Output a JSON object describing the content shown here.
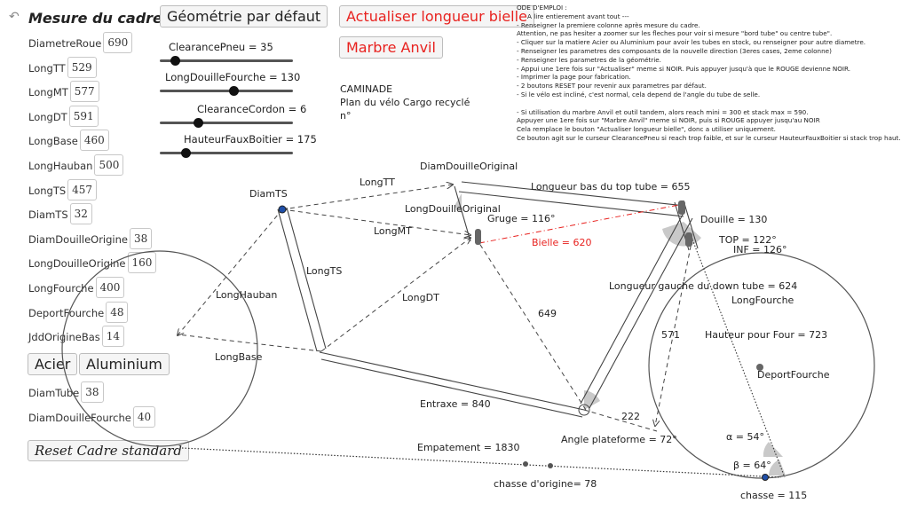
{
  "header": {
    "undo_icon": "undo-arrow-icon",
    "title": "Mesure du cadre"
  },
  "fields": [
    {
      "label": "DiametreRoue",
      "value": "690"
    },
    {
      "label": "LongTT",
      "value": "529"
    },
    {
      "label": "LongMT",
      "value": "577"
    },
    {
      "label": "LongDT",
      "value": "591"
    },
    {
      "label": "LongBase",
      "value": "460"
    },
    {
      "label": "LongHauban",
      "value": "500"
    },
    {
      "label": "LongTS",
      "value": "457"
    },
    {
      "label": "DiamTS",
      "value": "32"
    },
    {
      "label": "DiamDouilleOrigine",
      "value": "38"
    },
    {
      "label": "LongDouilleOrigine",
      "value": "160"
    },
    {
      "label": "LongFourche",
      "value": "400"
    },
    {
      "label": "DeportFourche",
      "value": "48"
    },
    {
      "label": "JddOrigineBas",
      "value": "14"
    }
  ],
  "fields2": [
    {
      "label": "DiamTube",
      "value": "38"
    },
    {
      "label": "DiamDouilleFourche",
      "value": "40"
    }
  ],
  "buttons": {
    "acier": "Acier",
    "aluminium": "Aluminium",
    "reset": "Reset Cadre standard",
    "geometrie": "Géométrie par défaut",
    "actualiser": "Actualiser longueur bielle",
    "marbre": "Marbre Anvil"
  },
  "sliders": [
    {
      "label": "ClearancePneu = 35",
      "fraction": 0.0
    },
    {
      "label": "LongDouilleFourche = 130",
      "fraction": 0.55
    },
    {
      "label": "ClearanceCordon = 6",
      "fraction": 0.22
    },
    {
      "label": "HauteurFauxBoitier = 175",
      "fraction": 0.1
    }
  ],
  "info": {
    "line1": "CAMINADE",
    "line2": "Plan du vélo Cargo recyclé",
    "line3": "n°"
  },
  "instructions": [
    "ODE D'EMPLOI :",
    "A lire entierement avant tout ---",
    "- Renseigner la premiere colonne après mesure du cadre.",
    "Attention, ne pas hesiter a zoomer sur les fleches pour voir si mesure \"bord tube\" ou centre tube\".",
    "- Cliquer sur la matiere Acier ou Aluminium pour avoir les tubes en stock, ou renseigner pour autre diametre.",
    "- Renseigner les parametres des composants de la nouvelle direction (3eres cases, 2eme colonne)",
    "- Renseigner les parametres de la géométrie.",
    "- Appui une 1ere fois sur \"Actualiser\" meme si NOIR. Puis appuyer jusqu'à que le ROUGE devienne NOIR.",
    "- Imprimer la page pour fabrication.",
    "- 2 boutons RESET pour revenir aux parametres par défaut.",
    "- Si le vélo est incliné, c'est normal, cela depend de l'angle du tube de selle.",
    "",
    "- Si utilisation du marbre Anvil et outil tandem, alors reach mini = 300 et stack max = 590.",
    "Appuyer une 1ere fois sur \"Marbre Anvil\" meme si NOIR, puis si ROUGE appuyer jusqu'au NOIR",
    "Cela remplace le bouton \"Actualiser longueur bielle\", donc a utiliser uniquement.",
    "Ce bouton agit sur le curseur ClearancePneu si reach trop faible, et sur le curseur HauteurFauxBoitier si stack trop haut."
  ],
  "diagram": {
    "labels": {
      "longTT": "LongTT",
      "diamTS": "DiamTS",
      "diamDouilleOriginal": "DiamDouilleOriginal",
      "longueurBasTT": "Longueur bas du top tube = 655",
      "longDouilleOriginal": "LongDouilleOriginal",
      "gruge": "Gruge = 116°",
      "longMT": "LongMT",
      "bielle": "Bielle = 620",
      "douille": "Douille = 130",
      "top": "TOP = 122°",
      "inf": "INF = 126°",
      "longTS": "LongTS",
      "longHauban": "LongHauban",
      "longDT": "LongDT",
      "longueurGaucheDT": "Longueur gauche du down tube = 624",
      "longFourche": "LongFourche",
      "v649": "649",
      "v571": "571",
      "hauteurFour": "Hauteur pour Four = 723",
      "longBase": "LongBase",
      "deportFourche": "DeportFourche",
      "entraxe": "Entraxe = 840",
      "v222": "222",
      "alpha": "α = 54°",
      "anglePlateforme": "Angle plateforme = 72°",
      "empatement": "Empatement = 1830",
      "beta": "β = 64°",
      "chasseOrigine": "chasse d'origine= 78",
      "chasse": "chasse = 115"
    },
    "colors": {
      "accent_red": "#e8221f",
      "point_blue": "#1f4fa8",
      "line": "#444444"
    }
  }
}
